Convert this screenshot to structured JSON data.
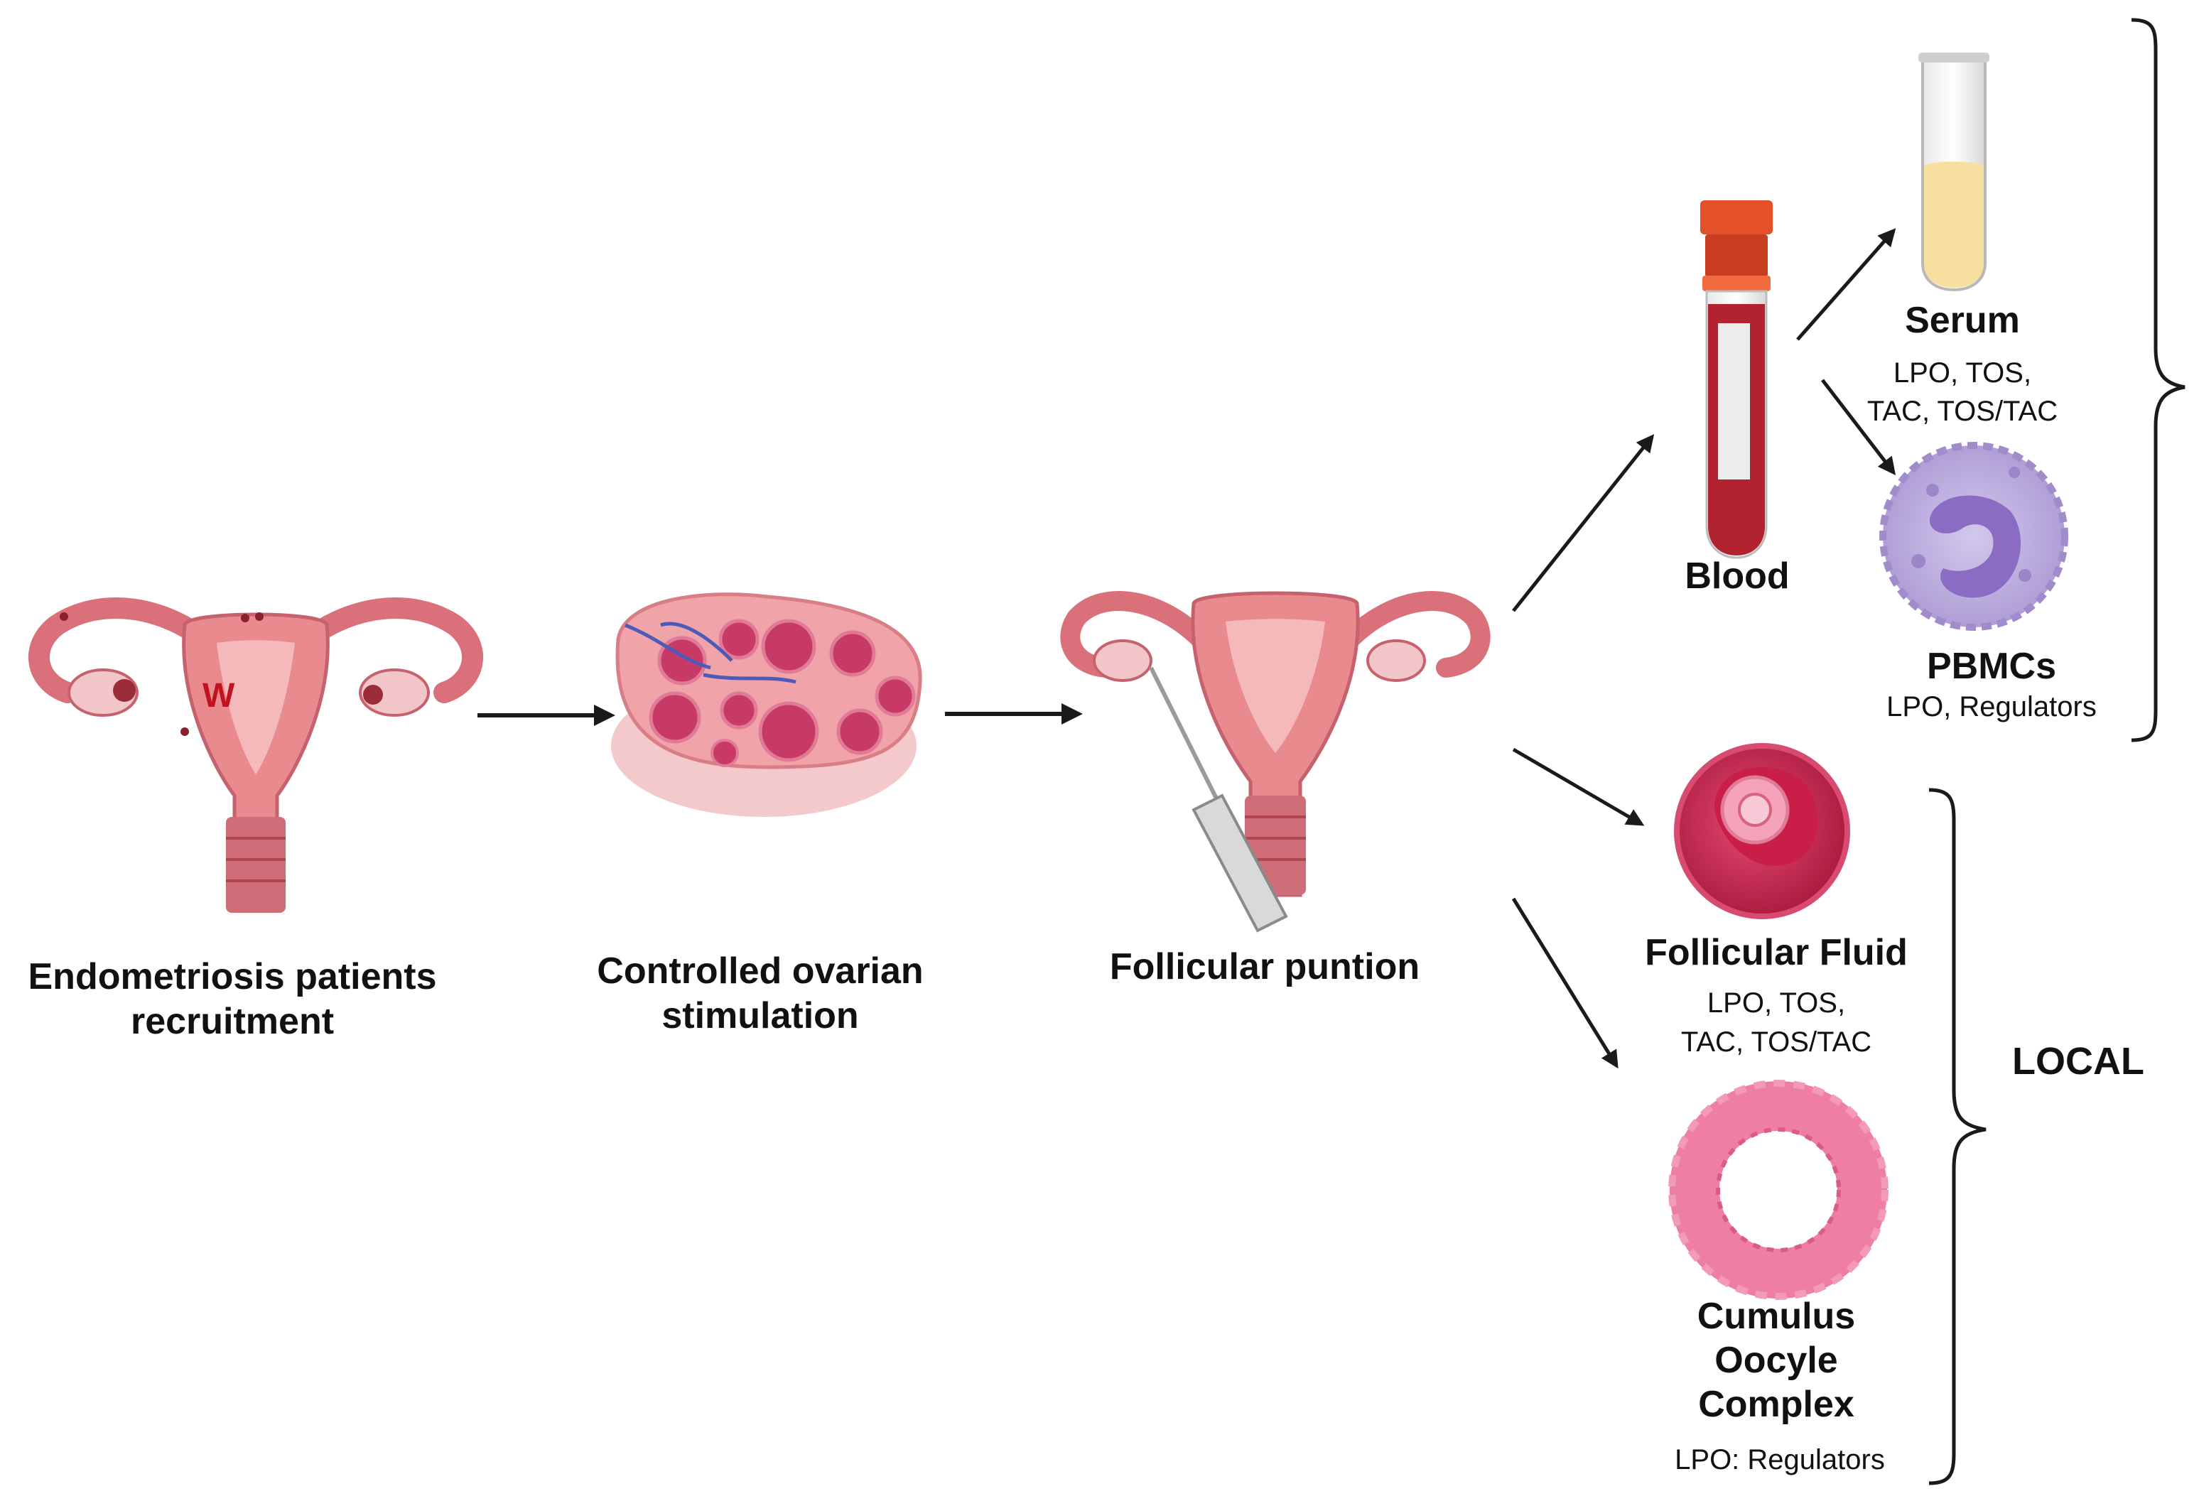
{
  "steps": [
    {
      "line1": "Endometriosis patients",
      "line2": "recruitment"
    },
    {
      "line1": "Controlled ovarian",
      "line2": "stimulation"
    },
    {
      "line1": "Follicular puntion"
    }
  ],
  "samples": {
    "blood": {
      "label": "Blood"
    },
    "serum": {
      "label": "Serum",
      "line1": "LPO, TOS,",
      "line2": "TAC, TOS/TAC"
    },
    "pbmcs": {
      "label": "PBMCs",
      "line1": "LPO, Regulators"
    },
    "follicular_fluid": {
      "label": "Follicular Fluid",
      "line1": "LPO, TOS,",
      "line2": "TAC, TOS/TAC"
    },
    "coc": {
      "label1": "Cumulus",
      "label2": "Oocyle",
      "label3": "Complex",
      "line1": "LPO: Regulators"
    }
  },
  "groups": {
    "local": "LOCAL"
  },
  "colors": {
    "uterus": "#e98a8e",
    "uterus_dark": "#b0444f",
    "blood": "#b3232f",
    "cap": "#e4502a",
    "serum": "#f7dfa0",
    "pbmc": "#b4a3d8",
    "pbmc_nucleus": "#8a6cc2",
    "follicle": "#c8214a",
    "coc": "#ee7fa3",
    "arrow": "#1a1a1a"
  }
}
